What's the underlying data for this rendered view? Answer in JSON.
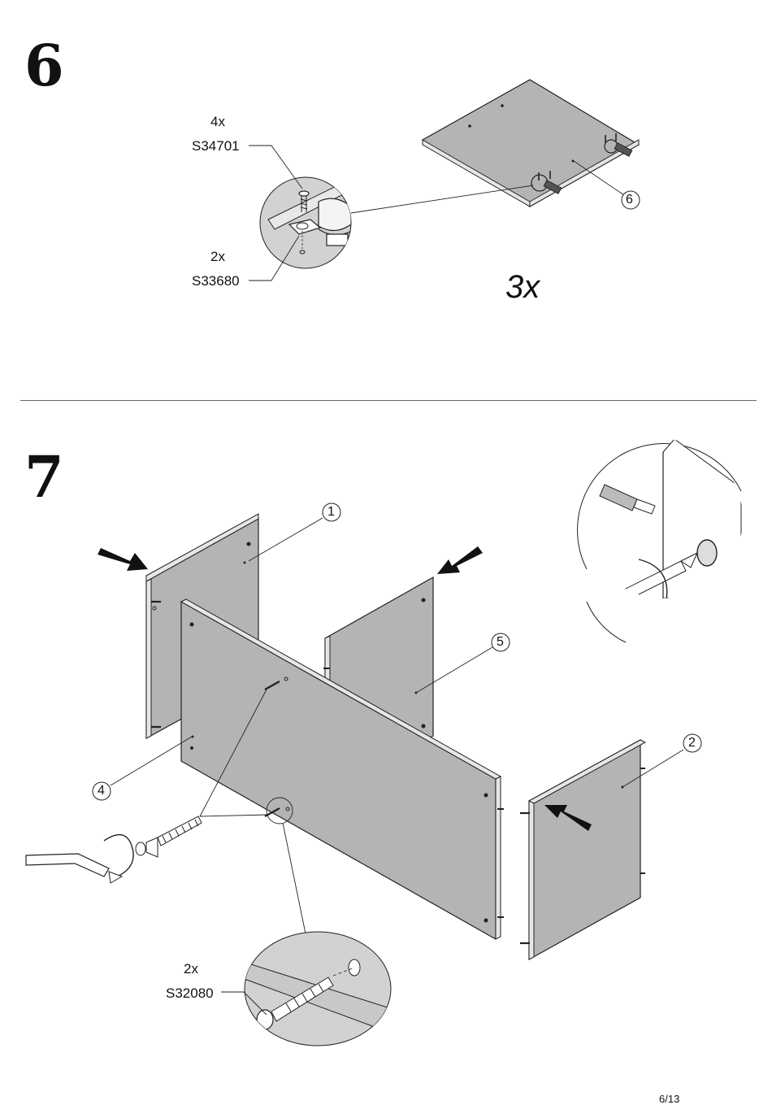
{
  "step6": {
    "number": "6",
    "parts": [
      {
        "qty": "4x",
        "code": "S34701"
      },
      {
        "qty": "2x",
        "code": "S33680"
      }
    ],
    "panel_callout": "6",
    "multiplier": "3x"
  },
  "step7": {
    "number": "7",
    "callouts": [
      "1",
      "5",
      "4",
      "2"
    ],
    "parts": [
      {
        "qty": "2x",
        "code": "S32080"
      }
    ]
  },
  "footer": {
    "page": "6/13"
  },
  "colors": {
    "panel": "#b4b4b4",
    "panel_edge": "#e6e6e6",
    "line": "#222222",
    "detail_bg": "#d2d2d2"
  }
}
